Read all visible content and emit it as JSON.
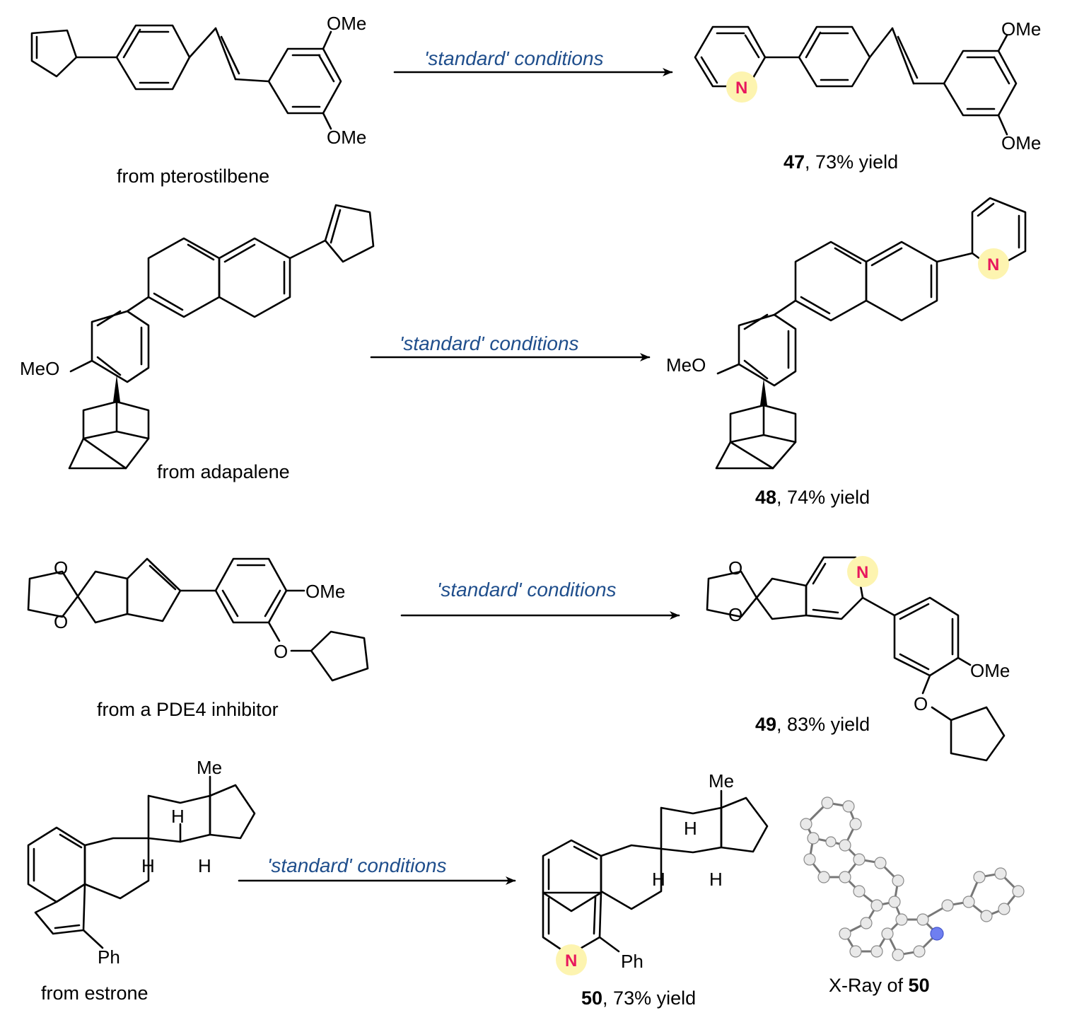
{
  "colors": {
    "conditions": "#1f4e8c",
    "nitrogen": "#e8175d",
    "highlight": "#fdf4b0",
    "xray_n": "#6f7ff0"
  },
  "atoms": {
    "ome": "OMe",
    "meo": "MeO",
    "n": "N",
    "o": "O",
    "me": "Me",
    "h": "H",
    "ph": "Ph"
  },
  "conditions": "'standard' conditions",
  "rows": [
    {
      "source": "from pterostilbene",
      "compound": "47",
      "yield": ", 73% yield"
    },
    {
      "source": "from adapalene",
      "compound": "48",
      "yield": ", 74% yield"
    },
    {
      "source": "from a PDE4 inhibitor",
      "compound": "49",
      "yield": ", 83% yield"
    },
    {
      "source": "from estrone",
      "compound": "50",
      "yield": ", 73% yield"
    }
  ],
  "xray": {
    "prefix": "X-Ray of ",
    "compound": "50"
  }
}
